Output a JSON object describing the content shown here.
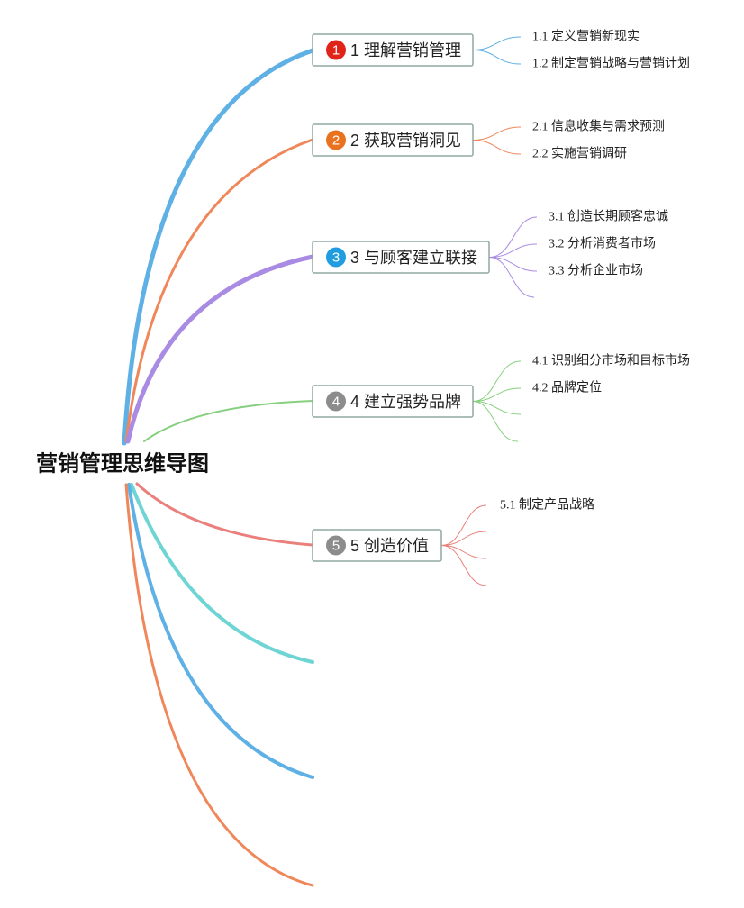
{
  "title": "营销管理思维导图",
  "topics": [
    {
      "number": "1",
      "label": "1 理解营销管理",
      "badge_color": "#e0241a",
      "branch_color": "#5eb0e5",
      "subtopics": [
        "1.1 定义营销新现实",
        "1.2 制定营销战略与营销计划"
      ]
    },
    {
      "number": "2",
      "label": "2 获取营销洞见",
      "badge_color": "#e9721e",
      "branch_color": "#f0875a",
      "subtopics": [
        "2.1 信息收集与需求预测",
        "2.2 实施营销调研"
      ]
    },
    {
      "number": "3",
      "label": "3 与顾客建立联接",
      "badge_color": "#1f9de0",
      "branch_color": "#a98be3",
      "subtopics": [
        "3.1 创造长期顾客忠诚",
        "3.2 分析消费者市场",
        "3.3 分析企业市场"
      ]
    },
    {
      "number": "4",
      "label": "4 建立强势品牌",
      "badge_color": "#8c8c8c",
      "branch_color": "#86cf7e",
      "subtopics": [
        "4.1 识别细分市场和目标市场",
        "4.2 品牌定位"
      ]
    },
    {
      "number": "5",
      "label": "5 创造价值",
      "badge_color": "#8c8c8c",
      "branch_color": "#ea7f7b",
      "subtopics": [
        "5.1 制定产品战略"
      ]
    }
  ],
  "unlabeled_branch_colors": [
    "#6fd5d4",
    "#5eb0e5",
    "#f0875a"
  ]
}
